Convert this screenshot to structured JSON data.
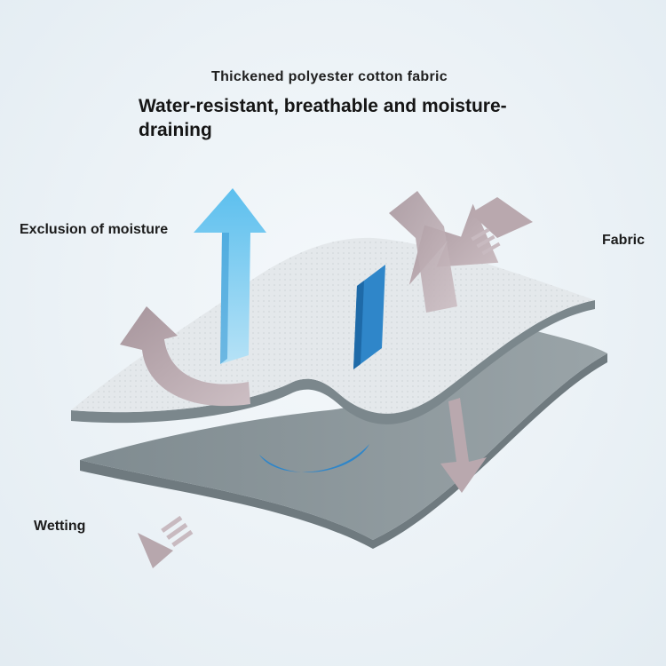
{
  "header": {
    "subtitle": "Thickened polyester cotton fabric",
    "title": "Water-resistant, breathable and moisture-draining"
  },
  "labels": {
    "exclusion": "Exclusion of moisture",
    "fabric": "Fabric",
    "wetting": "Wetting"
  },
  "colors": {
    "background": "#edf3f7",
    "top_layer": "#e4e8eb",
    "bottom_layer": "#8c979c",
    "water_blue": "#2f86c9",
    "light_blue_arrow": "#6ec4ec",
    "mauve_arrow": "#b7a7ad"
  },
  "icons": {
    "moisture_arrow": "up-arrow",
    "curved_arrow": "curved-return-arrow",
    "vent_arrow": "diagonal-arrow"
  }
}
